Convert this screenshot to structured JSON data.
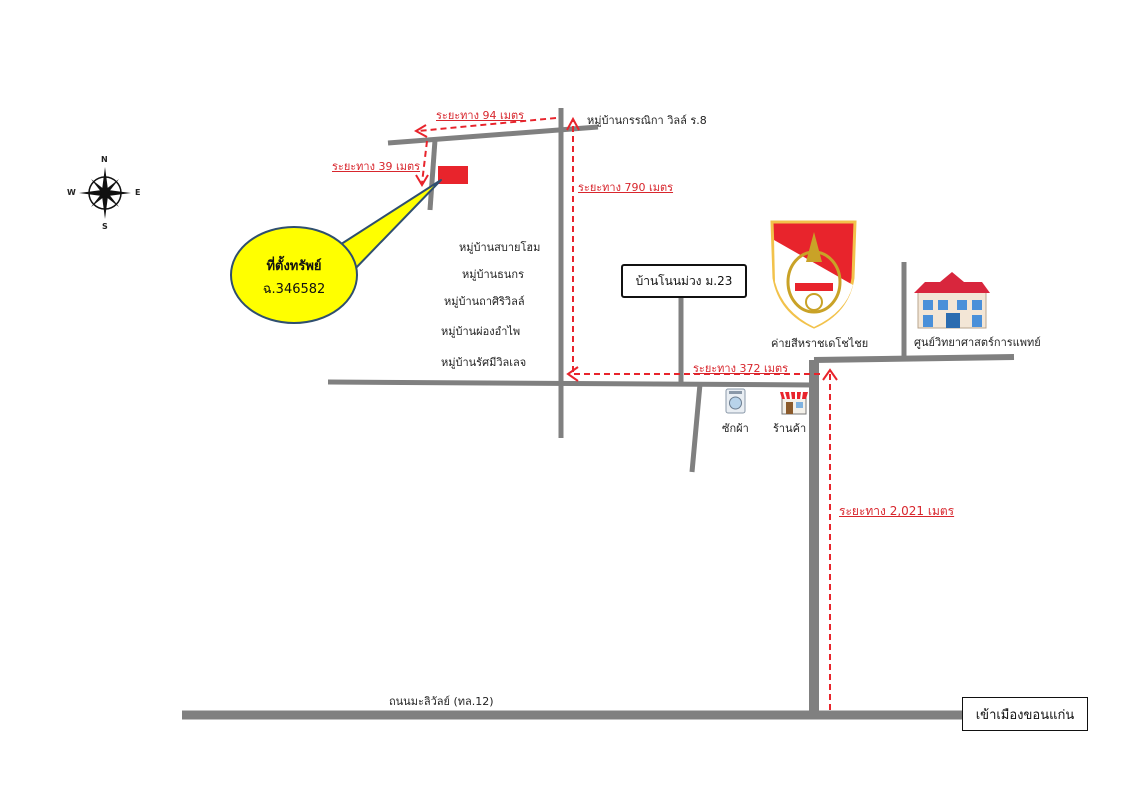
{
  "property": {
    "title": "ที่ตั้งทรัพย์",
    "code": "ฉ.346582",
    "marker_color": "#e8242c",
    "bubble_color": "#ffff00"
  },
  "compass": {
    "n": "N",
    "e": "E",
    "s": "S",
    "w": "W"
  },
  "villages": {
    "kannika": "หมู่บ้านกรรณิกา วิลล์ ร.8",
    "sabai_home": "หมู่บ้านสบายโฮม",
    "thanakorn": "หมู่บ้านธนกร",
    "tasiri": "หมู่บ้านถาศิริวิลล์",
    "phong_amphai": "หมู่บ้านผ่องอำไพ",
    "ratsami": "หมู่บ้านรัศมีวิลเลจ",
    "ban_non_muang": "บ้านโนนม่วง ม.23"
  },
  "distances": {
    "d94": "ระยะทาง 94 เมตร",
    "d39": "ระยะทาง 39 เมตร",
    "d790": "ระยะทาง 790 เมตร",
    "d372": "ระยะทาง 372 เมตร",
    "d2021": "ระยะทาง 2,021 เมตร"
  },
  "landmarks": {
    "camp": "ค่ายสีหราชเดโชไชย",
    "medical_center": "ศูนย์วิทยาศาสตร์การแพทย์",
    "laundry": "ซักผ้า",
    "shop": "ร้านค้า"
  },
  "roads": {
    "main_road": "ถนนมะลิวัลย์ (ทล.12)",
    "to_city": "เข้าเมืองขอนแก่น"
  },
  "colors": {
    "road": "#808080",
    "route": "#e8242c",
    "text": "#222222"
  }
}
